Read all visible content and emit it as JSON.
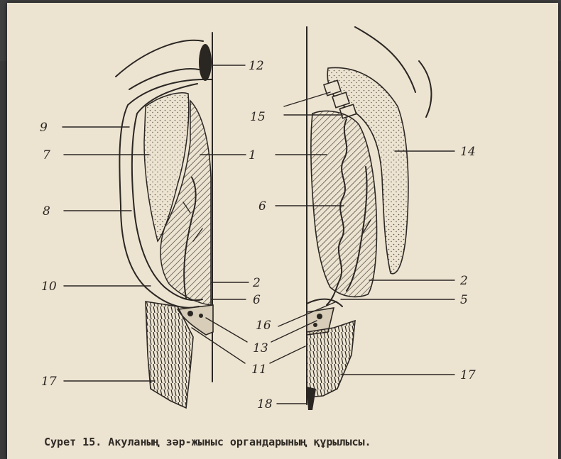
{
  "figure": {
    "caption": "Сурет 15. Акуланың зәр-жыныс органдарының құрылысы.",
    "labels": {
      "l1": "1",
      "l2a": "2",
      "l2b": "2",
      "l5": "5",
      "l6a": "6",
      "l6b": "6",
      "l7": "7",
      "l8": "8",
      "l9": "9",
      "l10": "10",
      "l11": "11",
      "l12": "12",
      "l13": "13",
      "l14": "14",
      "l15": "15",
      "l16": "16",
      "l17a": "17",
      "l17b": "17",
      "l18": "18"
    }
  },
  "colors": {
    "paper": "#ece3d1",
    "ink": "#2a2622",
    "background": "#3a3a3a"
  }
}
